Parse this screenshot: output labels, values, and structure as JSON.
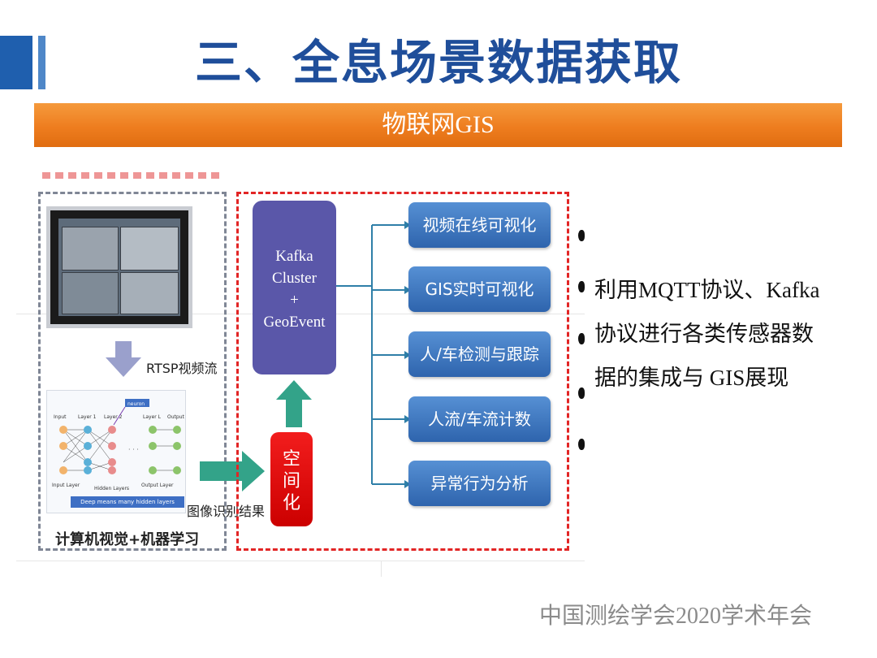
{
  "title": "三、全息场景数据获取",
  "banner": "物联网GIS",
  "left_panel": {
    "rtsp_label": "RTSP视频流",
    "caption": "计算机视觉+机器学习",
    "nn": {
      "tag": "neuron",
      "input": "Input",
      "layer1": "Layer 1",
      "layer2": "Layer 2",
      "layerL": "Layer L",
      "output": "Output",
      "input_layer": "Input Layer",
      "hidden_layers": "Hidden Layers",
      "output_layer": "Output Layer",
      "footer": "Deep means many hidden layers"
    }
  },
  "image_result_label": "图像识别结果",
  "kafka": {
    "line1": "Kafka",
    "line2": "Cluster",
    "line3": "+",
    "line4": "GeoEvent"
  },
  "spatial": [
    "空",
    "间",
    "化"
  ],
  "outputs": [
    "视频在线可视化",
    "GIS实时可视化",
    "人/车检测与跟踪",
    "人流/车流计数",
    "异常行为分析"
  ],
  "description": [
    "利用MQTT协议、Kafka",
    "协议进行各类传感器数",
    "据的集成与 GIS展现"
  ],
  "footer": "中国测绘学会2020学术年会",
  "colors": {
    "title": "#1f4e9a",
    "banner": "#ee7d1f",
    "kafka_box": "#5a57a9",
    "spatial_box": "#e01010",
    "output_box": "#3a74bf",
    "flow_arrow": "#2e9e86",
    "connector": "#2f7fa8",
    "right_dashed": "#e22525",
    "left_dashed": "#7f8695"
  }
}
